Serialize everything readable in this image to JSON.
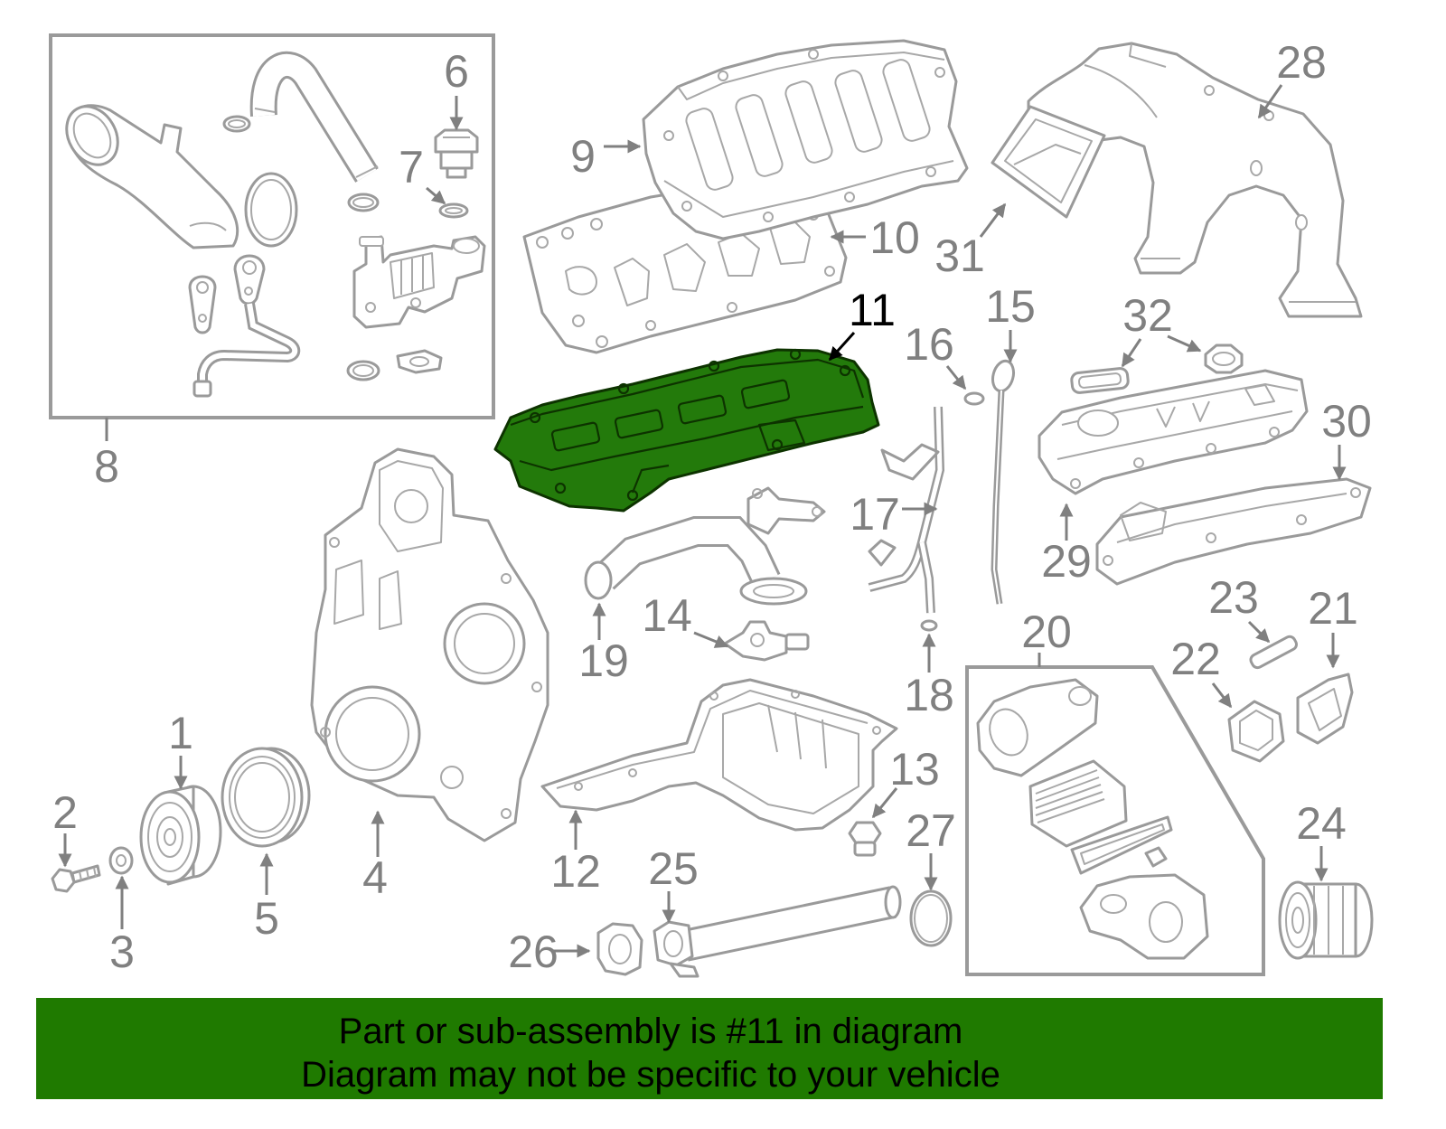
{
  "diagram": {
    "callouts": [
      "1",
      "2",
      "3",
      "4",
      "5",
      "6",
      "7",
      "8",
      "9",
      "10",
      "11",
      "12",
      "13",
      "14",
      "15",
      "16",
      "17",
      "18",
      "19",
      "20",
      "21",
      "22",
      "23",
      "24",
      "25",
      "26",
      "27",
      "28",
      "29",
      "30",
      "31",
      "32"
    ],
    "highlight_color": "#237a0b",
    "line_color": "#9a9a9a",
    "label_color": "#808080"
  },
  "banner": {
    "line1": "Part or sub-assembly is #11 in diagram",
    "line2": "Diagram may not be specific to your vehicle",
    "color": "#1f7a00"
  }
}
